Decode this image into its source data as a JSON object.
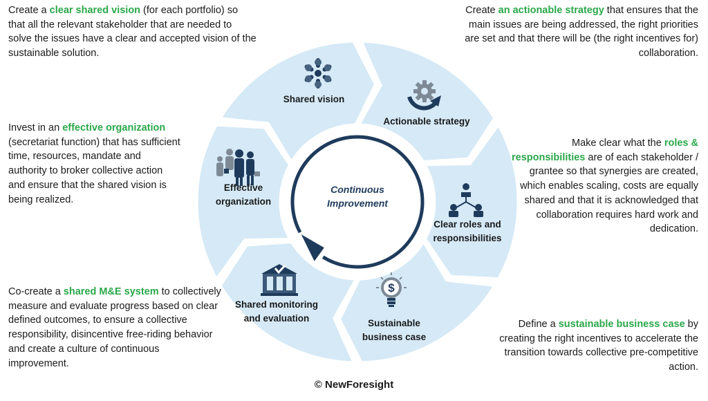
{
  "center": {
    "line1": "Continuous",
    "line2": "Improvement"
  },
  "segments": [
    {
      "id": "shared-vision",
      "lines": [
        "Shared vision"
      ],
      "icon": "hands-circle-icon"
    },
    {
      "id": "actionable-strategy",
      "lines": [
        "Actionable strategy"
      ],
      "icon": "gear-cycle-icon"
    },
    {
      "id": "clear-roles",
      "lines": [
        "Clear roles and",
        "responsibilities"
      ],
      "icon": "org-chart-icon"
    },
    {
      "id": "sustainable-business-case",
      "lines": [
        "Sustainable",
        "business case"
      ],
      "icon": "dollar-bulb-icon"
    },
    {
      "id": "shared-monitoring",
      "lines": [
        "Shared monitoring",
        "and evaluation"
      ],
      "icon": "checklist-building-icon"
    },
    {
      "id": "effective-organization",
      "lines": [
        "Effective",
        "organization"
      ],
      "icon": "team-people-icon"
    }
  ],
  "texts": {
    "vision": {
      "pre": "Create a ",
      "hl": "clear shared  vision",
      "post": " (for each portfolio) so that all the relevant stakeholder that are needed to solve the issues have a clear and accepted vision of the sustainable solution."
    },
    "strategy": {
      "pre": "Create ",
      "hl": "an actionable strategy",
      "post": " that ensures that the main issues are being addressed, the right priorities are set and that there will be (the right incentives for) collaboration."
    },
    "organization": {
      "pre": "Invest in an ",
      "hl": "effective organization",
      "post": "  (secretariat function) that has sufficient time, resources, mandate and authority to broker collective action and ensure that the shared vision is being realized."
    },
    "roles": {
      "pre": "Make clear what the ",
      "hl": "roles & responsibilities",
      "post": " are of each stakeholder / grantee so that synergies are created, which enables scaling, costs are equally shared and that it is acknowledged that collaboration requires hard work and dedication."
    },
    "me": {
      "pre": "Co-create a ",
      "hl": "shared M&E system",
      "post": " to collectively measure and evaluate progress based on clear defined outcomes, to ensure a collective responsibility, disincentive free-riding behavior and create a culture of continuous improvement."
    },
    "business": {
      "pre": "Define a ",
      "hl": "sustainable business case",
      "post": " by creating the right incentives to accelerate the transition towards collective pre-competitive action."
    }
  },
  "copyright": "© NewForesight",
  "colors": {
    "segment_fill": "#d5e9f6",
    "segment_stroke": "#ffffff",
    "icon": "#1f3b5c",
    "arrow": "#1f3b5c",
    "highlight": "#2aa84a"
  }
}
